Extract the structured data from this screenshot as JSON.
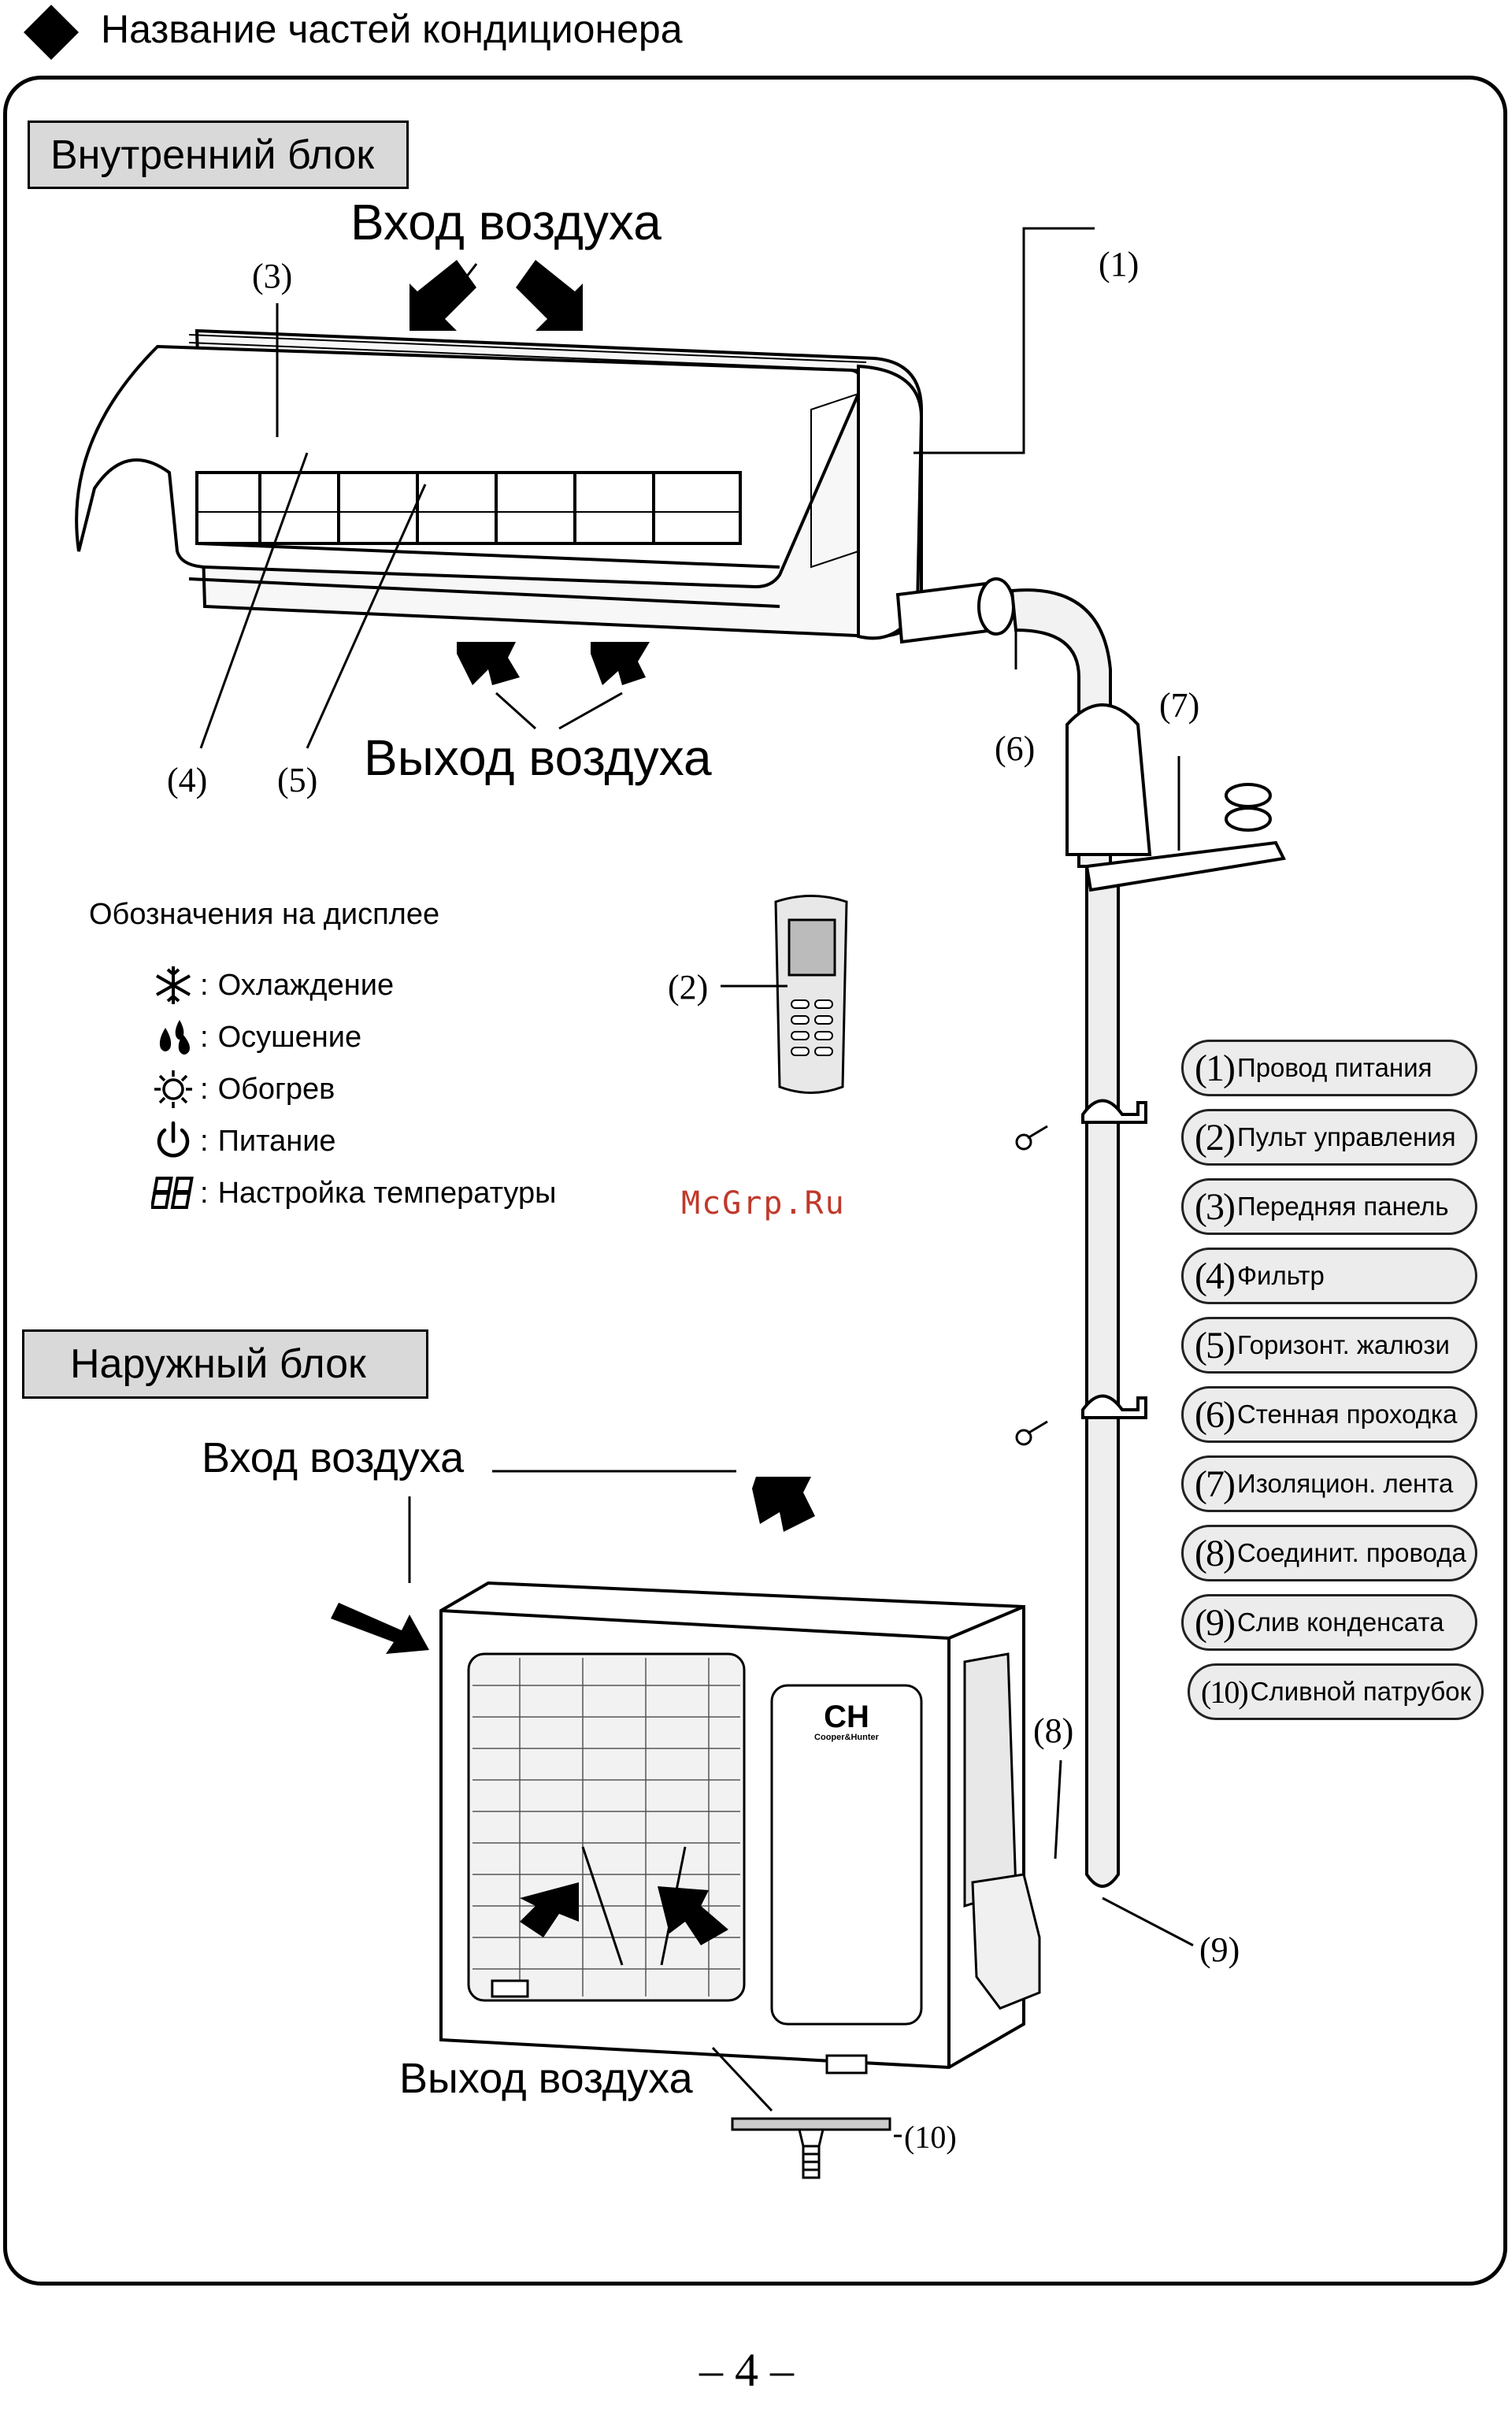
{
  "header": {
    "title": "Название частей кондиционера"
  },
  "indoor": {
    "section_label": "Внутренний блок",
    "air_in": "Вход воздуха",
    "air_out": "Выход воздуха",
    "callouts": {
      "c1": "(1)",
      "c2": "(2)",
      "c3": "(3)",
      "c4": "(4)",
      "c5": "(5)",
      "c6": "(6)",
      "c7": "(7)"
    }
  },
  "display_legend": {
    "title": "Обозначения на дисплее",
    "items": [
      {
        "icon": "snowflake-icon",
        "label": "Охлаждение"
      },
      {
        "icon": "droplets-icon",
        "label": "Осушение"
      },
      {
        "icon": "sun-icon",
        "label": "Обогрев"
      },
      {
        "icon": "power-icon",
        "label": "Питание"
      },
      {
        "icon": "seven-segment-icon",
        "label": "Настройка температуры"
      }
    ]
  },
  "watermark": "McGrp.Ru",
  "outdoor": {
    "section_label": "Наружный блок",
    "air_in": "Вход воздуха",
    "air_out": "Выход воздуха",
    "brand_logo": "CH",
    "brand_name": "Cooper&Hunter",
    "callouts": {
      "c8": "(8)",
      "c9": "(9)",
      "c10": "(10)"
    }
  },
  "parts": [
    {
      "num": "(1)",
      "label": "Провод питания"
    },
    {
      "num": "(2)",
      "label": "Пульт управления"
    },
    {
      "num": "(3)",
      "label": "Передняя панель"
    },
    {
      "num": "(4)",
      "label": "Фильтр"
    },
    {
      "num": "(5)",
      "label": "Горизонт. жалюзи"
    },
    {
      "num": "(6)",
      "label": "Стенная проходка"
    },
    {
      "num": "(7)",
      "label": "Изоляцион. лента"
    },
    {
      "num": "(8)",
      "label": "Соединит. провода"
    },
    {
      "num": "(9)",
      "label": "Слив конденсата"
    },
    {
      "num": "(10)",
      "label": "Сливной патрубок"
    }
  ],
  "page_number": "– 4 –"
}
